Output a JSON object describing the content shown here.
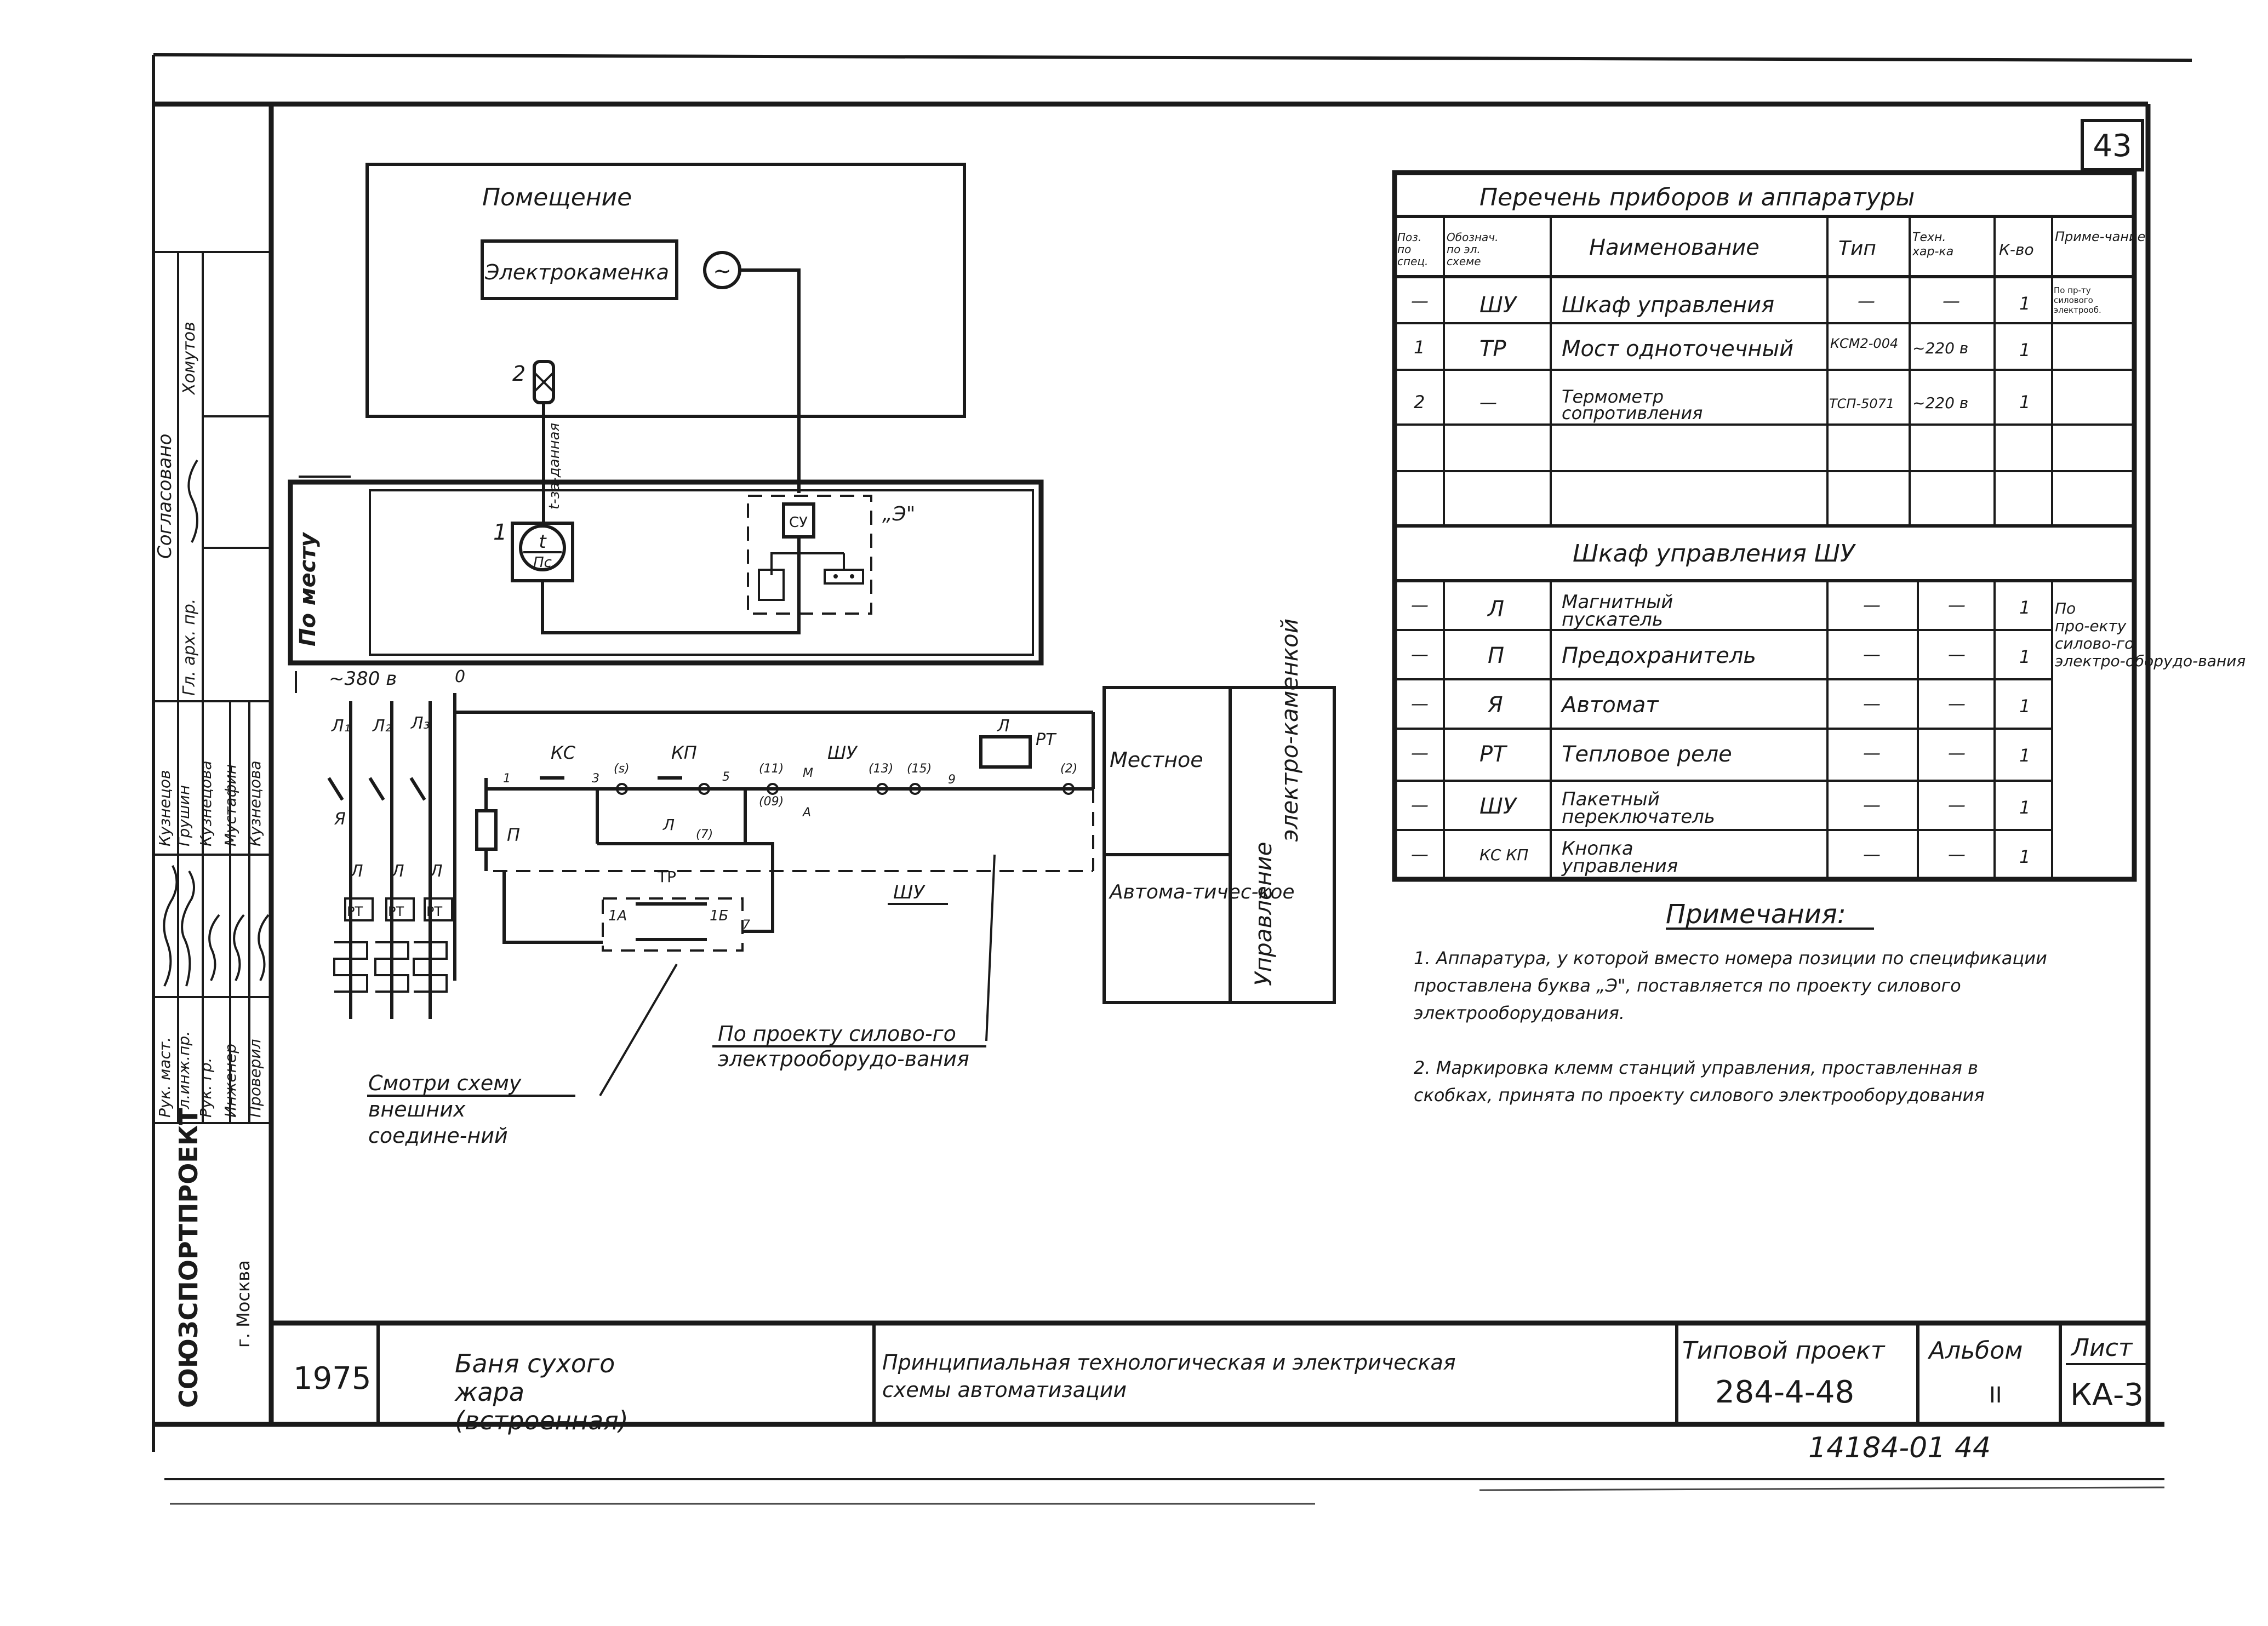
{
  "sheet_number": "43",
  "left_block": {
    "agreed": "Согласовано",
    "roles": [
      "Рук. маст.",
      "Гл.инж.пр.",
      "Рук. гр.",
      "Инженер",
      "Проверил"
    ],
    "names": [
      "Кузнецов",
      "Грушин",
      "Кузнецова",
      "Мустафин",
      "Кузнецова"
    ],
    "agreed_roles": [
      "Гл. арх. пр.",
      "Хомутов"
    ],
    "org": "СОЮЗСПОРТПРОЕКТ",
    "city": "г. Москва"
  },
  "diagram": {
    "room_label": "Помещение",
    "heater_label": "Электрокаменка",
    "sensor_num": "2",
    "sensor_caption": "t-за-данная",
    "local_label": "По месту",
    "dev1_num": "1",
    "dev1_t": "t",
    "dev1_sub": "Пс",
    "su_label": "СУ",
    "e_label": "„Э\"",
    "voltage": "~380 в",
    "zero": "0",
    "phases": [
      "Л₁",
      "Л₂",
      "Л₃"
    ],
    "l_labels": [
      "Л",
      "Л",
      "Л"
    ],
    "rt_labels": [
      "РТ",
      "РТ",
      "РТ"
    ],
    "ya_label": "Я",
    "n_label": "П",
    "ks": "КС",
    "kp": "КП",
    "shu_sw": "ШУ",
    "l_coil": "Л",
    "rt_coil": "РТ",
    "l_contact": "Л",
    "tr_label": "ТР",
    "num_1": "1",
    "num_3": "3",
    "num_s": "(s)",
    "num_5": "5",
    "num_11": "(11)",
    "num_09": "(09)",
    "m_label": "М",
    "a_label": "А",
    "num_13": "(13)",
    "num_15": "(15)",
    "num_9": "9",
    "num_2": "(2)",
    "num_7p": "(7)",
    "t1a": "1А",
    "t1b": "1Б",
    "num_7": "7",
    "shu_label": "ШУ",
    "local_mode": "Местное",
    "auto_mode": "Автома-тичес-кое",
    "control_label": "Управление электро-каменкой",
    "see_scheme": "Смотри схему внешних соедине-ний",
    "per_project": "По проекту силово-го электрооборудо-вания"
  },
  "table": {
    "title": "Перечень приборов и аппаратуры",
    "headers": [
      "Поз. по спец.",
      "Обознач. по эл. схеме",
      "Наименование",
      "Тип",
      "Техн. хар-ка",
      "К-во",
      "Приме-чание"
    ],
    "rows": [
      [
        "—",
        "ШУ",
        "Шкаф управления",
        "—",
        "—",
        "1",
        "По пр-ту силового электрооб."
      ],
      [
        "1",
        "ТР",
        "Мост одноточечный",
        "КСМ2-004",
        "~220 в",
        "1",
        ""
      ],
      [
        "2",
        "—",
        "Термометр сопротивления",
        "ТСП-5071",
        "~220 в",
        "1",
        ""
      ]
    ],
    "section_title": "Шкаф управления ШУ",
    "rows2": [
      [
        "—",
        "Л",
        "Магнитный пускатель",
        "—",
        "—",
        "1"
      ],
      [
        "—",
        "П",
        "Предохранитель",
        "—",
        "—",
        "1"
      ],
      [
        "—",
        "Я",
        "Автомат",
        "—",
        "—",
        "1"
      ],
      [
        "—",
        "РТ",
        "Тепловое реле",
        "—",
        "—",
        "1"
      ],
      [
        "—",
        "ШУ",
        "Пакетный переключатель",
        "—",
        "—",
        "1"
      ],
      [
        "—",
        "КС КП",
        "Кнопка управления",
        "—",
        "—",
        "1"
      ]
    ],
    "note2": "По про-екту силово-го электро-оборудо-вания"
  },
  "notes": {
    "title": "Примечания:",
    "items": [
      "1. Аппаратура, у которой вместо номера позиции по спецификации проставлена буква „Э\", поставляется по проекту силового электрооборудования.",
      "2. Маркировка клемм станций управления, проставленная в скобках, принята по проекту силового электрооборудования"
    ]
  },
  "title_block": {
    "year": "1975",
    "object": "Баня сухого жара (встроенная)",
    "drawing": "Принципиальная технологическая и электрическая схемы автоматизации",
    "project_label": "Типовой проект",
    "project_num": "284-4-48",
    "album_label": "Альбом",
    "album_num": "II",
    "sheet_label": "Лист",
    "sheet_code": "КА-3"
  },
  "footer_code": "14184-01 44"
}
